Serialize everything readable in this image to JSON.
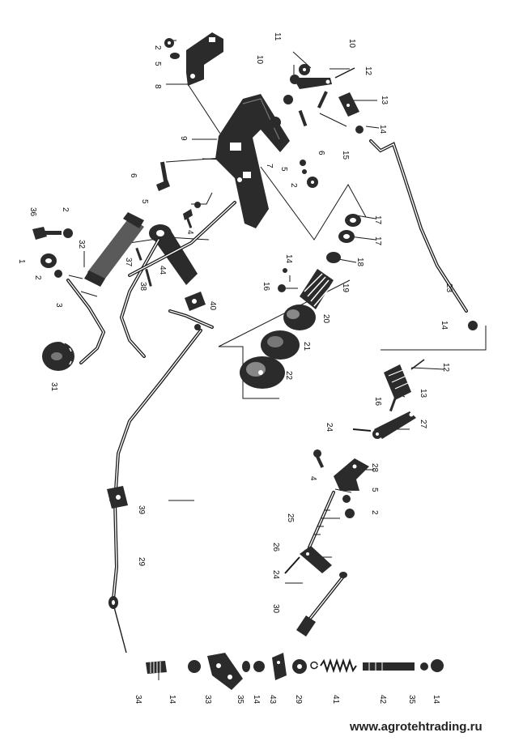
{
  "watermark": "www.agrotehtrading.ru",
  "callouts": [
    {
      "id": "c1",
      "text": "2"
    },
    {
      "id": "c2",
      "text": "5"
    },
    {
      "id": "c3",
      "text": "8"
    },
    {
      "id": "c4",
      "text": "9"
    },
    {
      "id": "c5",
      "text": "6"
    },
    {
      "id": "c6",
      "text": "5"
    },
    {
      "id": "c7",
      "text": "4"
    },
    {
      "id": "c8",
      "text": "36"
    },
    {
      "id": "c9",
      "text": "2"
    },
    {
      "id": "c10",
      "text": "32"
    },
    {
      "id": "c11",
      "text": "37"
    },
    {
      "id": "c12",
      "text": "44"
    },
    {
      "id": "c13",
      "text": "38"
    },
    {
      "id": "c14",
      "text": "1"
    },
    {
      "id": "c15",
      "text": "2"
    },
    {
      "id": "c16",
      "text": "3"
    },
    {
      "id": "c17",
      "text": "40"
    },
    {
      "id": "c18",
      "text": "31"
    },
    {
      "id": "c19",
      "text": "11"
    },
    {
      "id": "c20",
      "text": "10"
    },
    {
      "id": "c21",
      "text": "10"
    },
    {
      "id": "c22",
      "text": "12"
    },
    {
      "id": "c23",
      "text": "13"
    },
    {
      "id": "c24",
      "text": "14"
    },
    {
      "id": "c25",
      "text": "15"
    },
    {
      "id": "c26",
      "text": "6"
    },
    {
      "id": "c27",
      "text": "7"
    },
    {
      "id": "c28",
      "text": "5"
    },
    {
      "id": "c29",
      "text": "2"
    },
    {
      "id": "c30",
      "text": "17"
    },
    {
      "id": "c31",
      "text": "17"
    },
    {
      "id": "c32",
      "text": "18"
    },
    {
      "id": "c33",
      "text": "14"
    },
    {
      "id": "c34",
      "text": "16"
    },
    {
      "id": "c35",
      "text": "19"
    },
    {
      "id": "c36",
      "text": "20"
    },
    {
      "id": "c37",
      "text": "21"
    },
    {
      "id": "c38",
      "text": "22"
    },
    {
      "id": "c39",
      "text": "23"
    },
    {
      "id": "c40",
      "text": "14"
    },
    {
      "id": "c41",
      "text": "12"
    },
    {
      "id": "c42",
      "text": "13"
    },
    {
      "id": "c43",
      "text": "16"
    },
    {
      "id": "c44",
      "text": "24"
    },
    {
      "id": "c45",
      "text": "27"
    },
    {
      "id": "c46",
      "text": "4"
    },
    {
      "id": "c47",
      "text": "28"
    },
    {
      "id": "c48",
      "text": "5"
    },
    {
      "id": "c49",
      "text": "2"
    },
    {
      "id": "c50",
      "text": "25"
    },
    {
      "id": "c51",
      "text": "26"
    },
    {
      "id": "c52",
      "text": "24"
    },
    {
      "id": "c53",
      "text": "30"
    },
    {
      "id": "c54",
      "text": "39"
    },
    {
      "id": "c55",
      "text": "29"
    },
    {
      "id": "c56",
      "text": "34"
    },
    {
      "id": "c57",
      "text": "14"
    },
    {
      "id": "c58",
      "text": "33"
    },
    {
      "id": "c59",
      "text": "35"
    },
    {
      "id": "c60",
      "text": "14"
    },
    {
      "id": "c61",
      "text": "43"
    },
    {
      "id": "c62",
      "text": "29"
    },
    {
      "id": "c63",
      "text": "41"
    },
    {
      "id": "c64",
      "text": "42"
    },
    {
      "id": "c65",
      "text": "35"
    },
    {
      "id": "c66",
      "text": "14"
    }
  ]
}
